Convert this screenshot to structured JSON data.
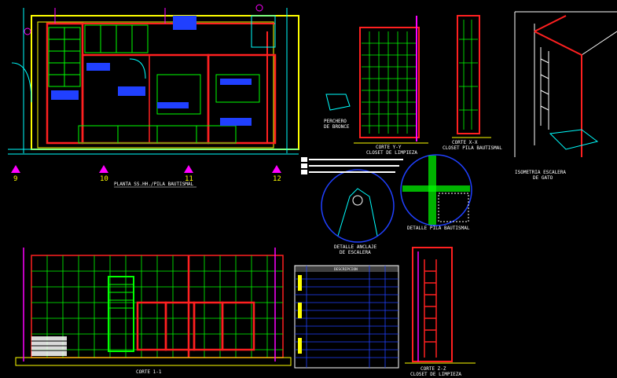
{
  "drawing": {
    "background": "#000000",
    "colors": {
      "yellow": "#ffff00",
      "green": "#00ff00",
      "red": "#ff2020",
      "blue": "#2040ff",
      "cyan": "#00ffff",
      "magenta": "#ff00ff",
      "white": "#ffffff"
    }
  },
  "plan": {
    "title": "PLANTA SS.HH./PILA BAUTISMAL",
    "grid_axes": [
      "9",
      "10",
      "11",
      "12"
    ]
  },
  "perchero": {
    "line1": "PERCHERO",
    "line2": "DE BRONCE"
  },
  "corte_yy": {
    "line1": "CORTE Y-Y",
    "line2": "CLOSET DE LIMPIEZA"
  },
  "corte_xx": {
    "line1": "CORTE X-X",
    "line2": "CLOSET PILA BAUTISMAL"
  },
  "isometria": {
    "line1": "ISOMETRIA ESCALERA",
    "line2": "DE GATO"
  },
  "detalle_anclaje": {
    "line1": "DETALLE ANCLAJE",
    "line2": "DE ESCALERA"
  },
  "detalle_pila": {
    "title": "DETALLE PILA BAUTISMAL"
  },
  "corte_11": {
    "title": "CORTE 1-1"
  },
  "corte_zz": {
    "line1": "CORTE Z-Z",
    "line2": "CLOSET DE LIMPIEZA"
  },
  "table": {
    "header": "DESCRIPCION"
  }
}
